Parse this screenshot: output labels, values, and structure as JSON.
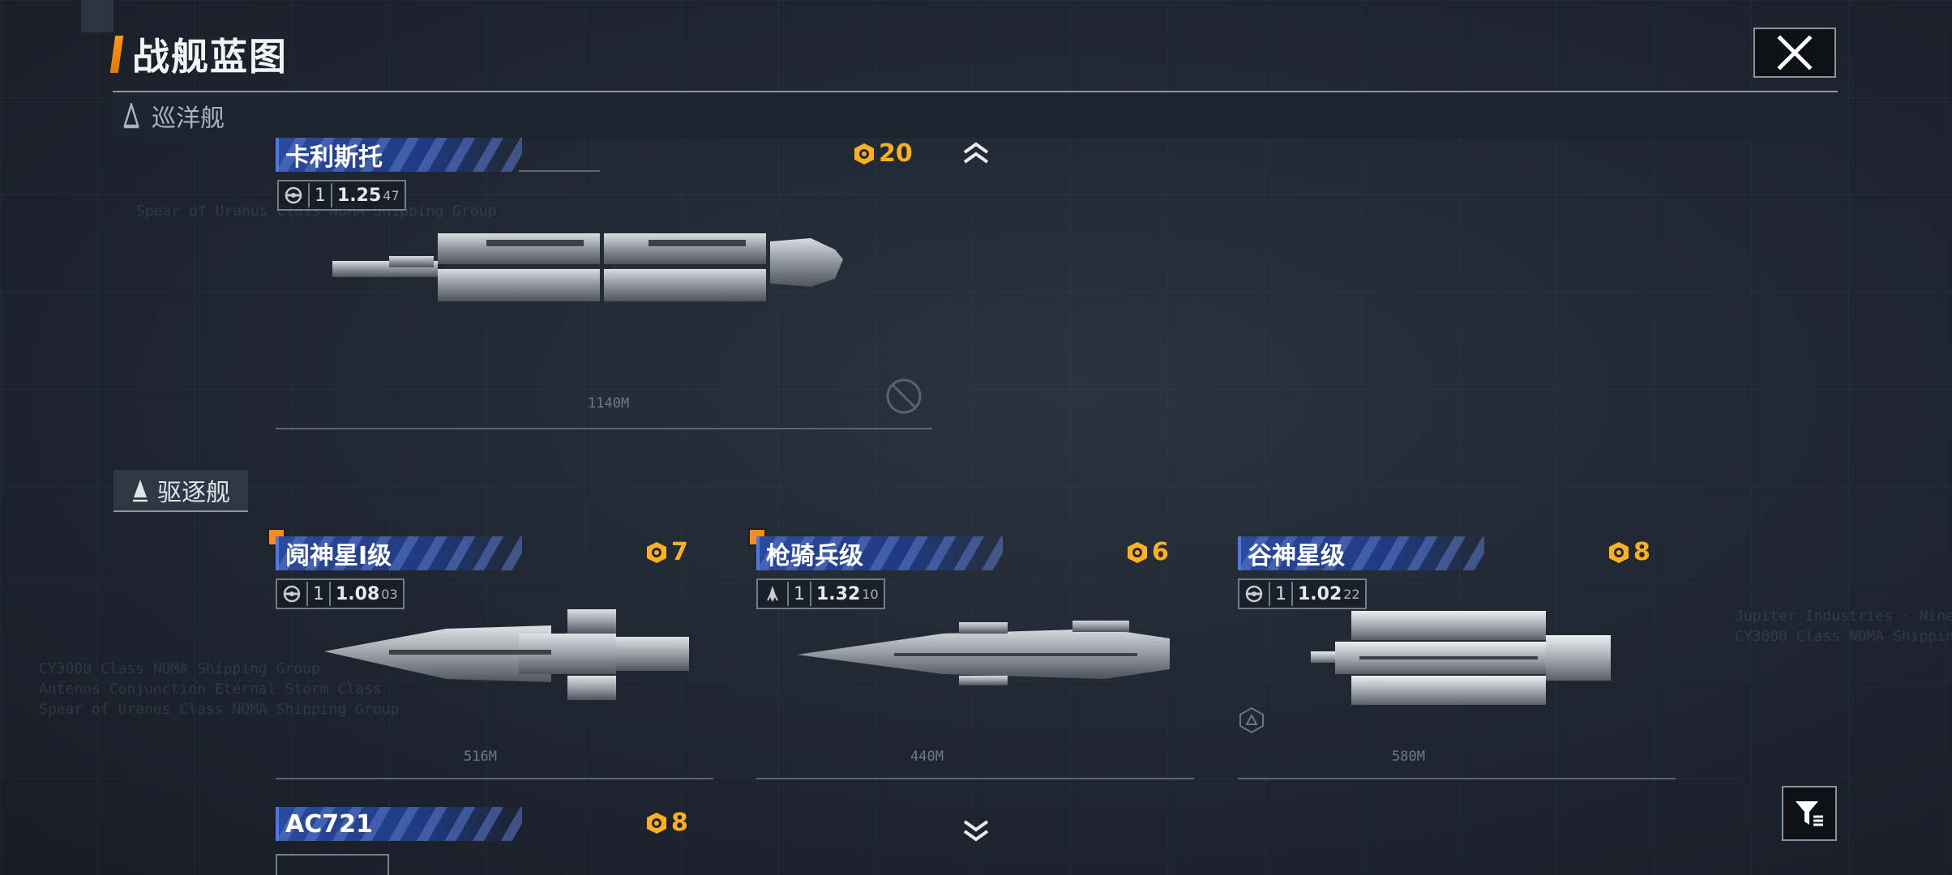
{
  "header": {
    "title": "战舰蓝图"
  },
  "colors": {
    "accent": "#ff9a1e",
    "cost": "#ffb020",
    "name_bar": "#2b4a9e",
    "new_badge": "#ff8a1c"
  },
  "categories": {
    "cruiser": {
      "label": "巡洋舰",
      "icon": "cruiser-class-icon"
    },
    "destroyer": {
      "label": "驱逐舰",
      "icon": "destroyer-class-icon"
    }
  },
  "cards": [
    {
      "name": "卡利斯托",
      "cost": "20",
      "stat_count": "1",
      "stat_main": "1.25",
      "stat_sub": "47",
      "length": "1140M",
      "faction_icon": "faction-gear-icon",
      "is_new": false
    },
    {
      "name": "阋神星I级",
      "cost": "7",
      "stat_count": "1",
      "stat_main": "1.08",
      "stat_sub": "03",
      "length": "516M",
      "faction_icon": "faction-gear-icon",
      "is_new": true
    },
    {
      "name": "枪骑兵级",
      "cost": "6",
      "stat_count": "1",
      "stat_main": "1.32",
      "stat_sub": "10",
      "length": "440M",
      "faction_icon": "faction-rocket-icon",
      "is_new": true
    },
    {
      "name": "谷神星级",
      "cost": "8",
      "stat_count": "1",
      "stat_main": "1.02",
      "stat_sub": "22",
      "length": "580M",
      "faction_icon": "faction-gear-icon",
      "is_new": false
    },
    {
      "name": "AC721",
      "cost": "8",
      "is_new": false
    }
  ],
  "icons": {
    "close": "close-icon",
    "filter": "filter-icon",
    "scroll_up": "chevron-up-icon",
    "scroll_down": "chevron-down-icon",
    "cost": "blueprint-cost-icon"
  }
}
